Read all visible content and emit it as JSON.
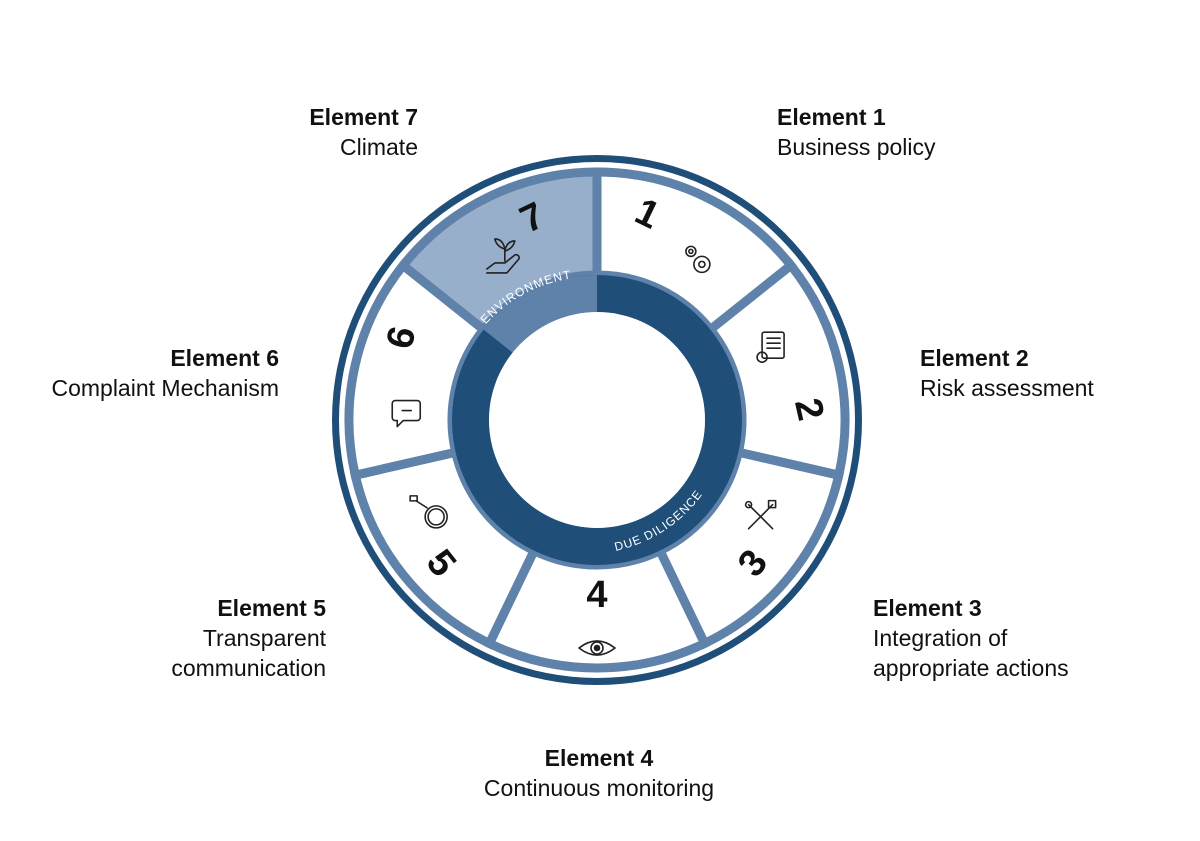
{
  "colors": {
    "dark_blue": "#1f4e79",
    "mid_blue": "#5f82ab",
    "light_blue": "#97afcb",
    "white": "#ffffff"
  },
  "ring": {
    "inner_label_environment": "ENVIRONMENT",
    "inner_label_due_diligence": "DUE DILIGENCE"
  },
  "segments": [
    {
      "number": "1",
      "icon": "gears-icon",
      "highlight": false
    },
    {
      "number": "2",
      "icon": "checklist-icon",
      "highlight": false
    },
    {
      "number": "3",
      "icon": "tools-icon",
      "highlight": false
    },
    {
      "number": "4",
      "icon": "eye-icon",
      "highlight": false
    },
    {
      "number": "5",
      "icon": "magnifier-icon",
      "highlight": false
    },
    {
      "number": "6",
      "icon": "speech-bubble-icon",
      "highlight": false
    },
    {
      "number": "7",
      "icon": "plant-hand-icon",
      "highlight": true
    }
  ],
  "elements": [
    {
      "title": "Element 1",
      "subtitle": "Business policy"
    },
    {
      "title": "Element 2",
      "subtitle": "Risk assessment"
    },
    {
      "title": "Element 3",
      "subtitle": "Integration of",
      "subtitle2": "appropriate actions"
    },
    {
      "title": "Element 4",
      "subtitle": "Continuous monitoring"
    },
    {
      "title": "Element 5",
      "subtitle": "Transparent",
      "subtitle2": "communication"
    },
    {
      "title": "Element 6",
      "subtitle": "Complaint Mechanism"
    },
    {
      "title": "Element 7",
      "subtitle": "Climate"
    }
  ]
}
